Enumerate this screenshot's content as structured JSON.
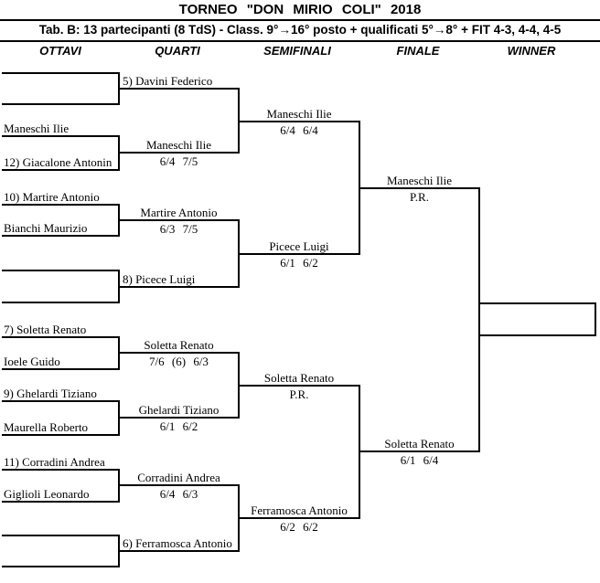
{
  "header": {
    "title": "TORNEO \"DON MIRIO COLI\" 2018",
    "subtitle": "Tab. B: 13 partecipanti (8 TdS) - Class. 9°→16° posto + qualificati 5°→8° + FIT 4-3, 4-4, 4-5",
    "columns": [
      "OTTAVI",
      "QUARTI",
      "SEMIFINALI",
      "FINALE",
      "WINNER"
    ]
  },
  "colors": {
    "line": "#000000",
    "background": "#ffffff",
    "text": "#000000"
  },
  "bracket": {
    "ottavi": [
      {
        "name": ""
      },
      {
        "name": ""
      },
      {
        "name": "Maneschi Ilie"
      },
      {
        "name": "12) Giacalone Antonin"
      },
      {
        "name": "10) Martire Antonio"
      },
      {
        "name": "Bianchi Maurizio"
      },
      {
        "name": ""
      },
      {
        "name": ""
      },
      {
        "name": "7) Soletta Renato"
      },
      {
        "name": "Ioele Guido"
      },
      {
        "name": "9) Ghelardi Tiziano"
      },
      {
        "name": "Maurella Roberto"
      },
      {
        "name": "11) Corradini Andrea"
      },
      {
        "name": "Giglioli Leonardo"
      },
      {
        "name": ""
      },
      {
        "name": ""
      }
    ],
    "quarti": [
      {
        "name": "5) Davini Federico",
        "score": ""
      },
      {
        "name": "Maneschi Ilie",
        "score": "6/4 7/5"
      },
      {
        "name": "Martire Antonio",
        "score": "6/3 7/5"
      },
      {
        "name": "8) Picece Luigi",
        "score": ""
      },
      {
        "name": "Soletta Renato",
        "score": "7/6 (6) 6/3"
      },
      {
        "name": "Ghelardi Tiziano",
        "score": "6/1 6/2"
      },
      {
        "name": "Corradini Andrea",
        "score": "6/4 6/3"
      },
      {
        "name": "6) Ferramosca Antonio",
        "score": ""
      }
    ],
    "semifinali": [
      {
        "name": "Maneschi Ilie",
        "score": "6/4 6/4"
      },
      {
        "name": "Picece Luigi",
        "score": "6/1 6/2"
      },
      {
        "name": "Soletta Renato",
        "score": "P.R."
      },
      {
        "name": "Ferramosca Antonio",
        "score": "6/2 6/2"
      }
    ],
    "finale": [
      {
        "name": "Maneschi Ilie",
        "score": "P.R."
      },
      {
        "name": "Soletta Renato",
        "score": "6/1 6/4"
      }
    ],
    "winner": {
      "name": ""
    }
  }
}
